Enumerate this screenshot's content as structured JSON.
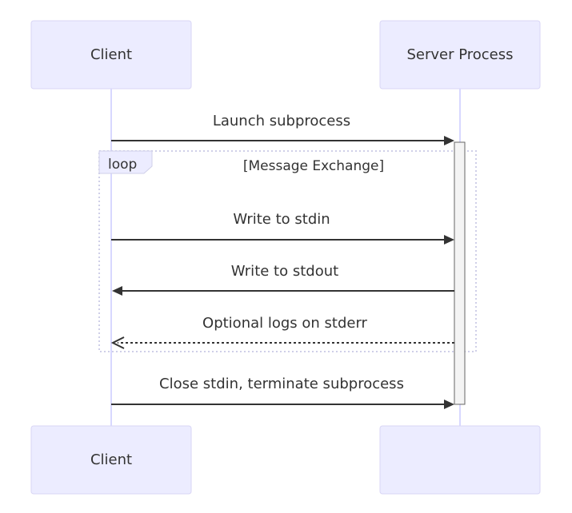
{
  "participants": {
    "client": "Client",
    "server": "Server Process"
  },
  "loop": {
    "label": "loop",
    "title": "[Message Exchange]"
  },
  "messages": [
    {
      "text": "Launch subprocess",
      "from": "client",
      "to": "server",
      "style": "solid"
    },
    {
      "text": "Write to stdin",
      "from": "client",
      "to": "server",
      "style": "solid"
    },
    {
      "text": "Write to stdout",
      "from": "server",
      "to": "client",
      "style": "solid"
    },
    {
      "text": "Optional logs on stderr",
      "from": "server",
      "to": "client",
      "style": "dashed"
    },
    {
      "text": "Close stdin, terminate subprocess",
      "from": "client",
      "to": "server",
      "style": "solid"
    }
  ]
}
